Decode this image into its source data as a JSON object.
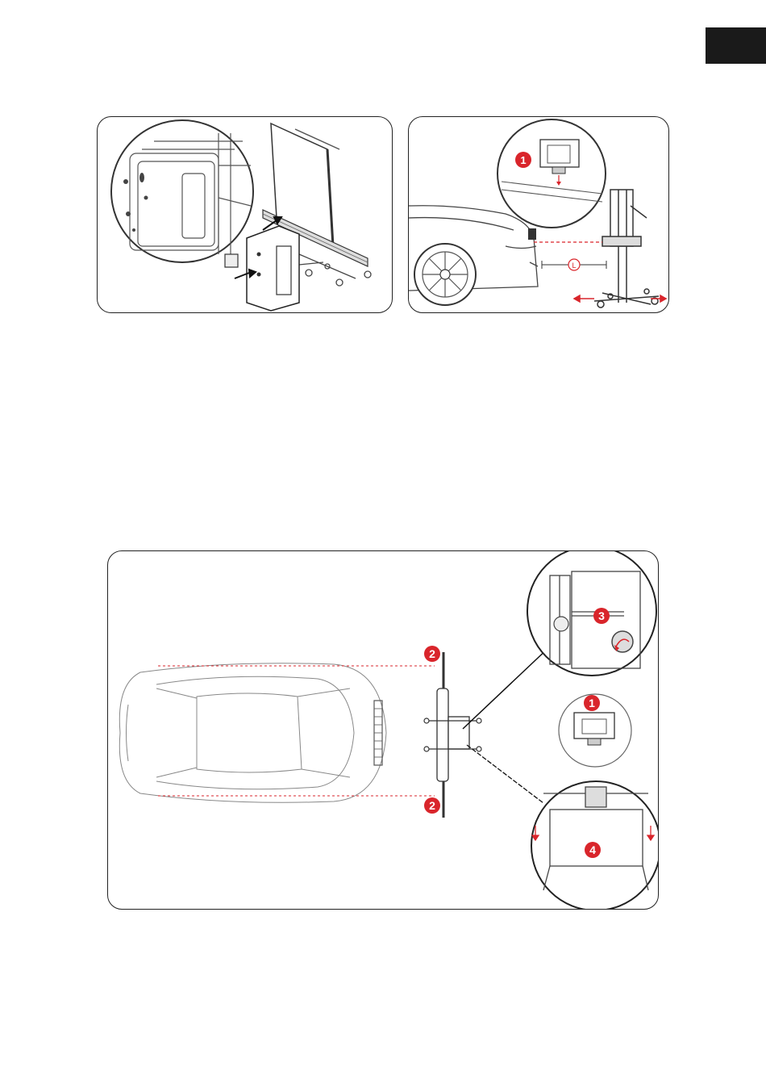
{
  "colors": {
    "accent": "#d9252b",
    "line": "#333333",
    "tab": "#1a1a1a"
  },
  "panel_b": {
    "badge": "1",
    "distance_label": "L"
  },
  "panel_c": {
    "badge_top": "2",
    "badge_bottom": "2",
    "inset_adjust_badge": "3",
    "inset_block_badge": "1",
    "inset_base_badge": "4"
  }
}
